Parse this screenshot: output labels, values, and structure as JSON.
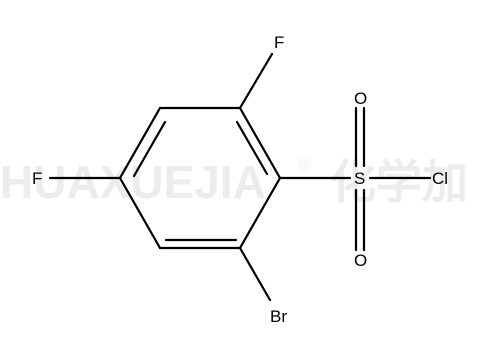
{
  "watermark": {
    "brand": "HUAXUEJIA",
    "registered": "®",
    "chinese": "化学加"
  },
  "atoms": {
    "f_top": "F",
    "f_left": "F",
    "s": "S",
    "o_top": "O",
    "o_bottom": "O",
    "cl": "Cl",
    "br": "Br"
  }
}
